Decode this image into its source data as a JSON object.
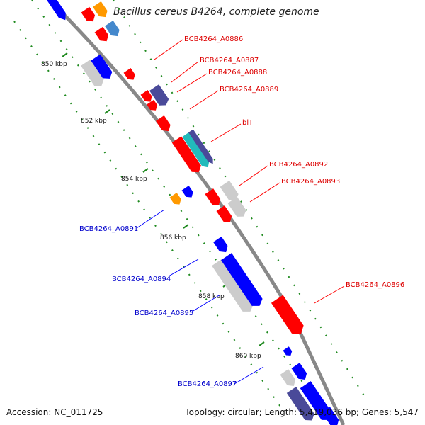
{
  "title": "Bacillus cereus B4264, complete genome",
  "footer": {
    "accession": "Accession: NC_011725",
    "summary": "Topology: circular; Length: 5,419,036 bp; Genes: 5,547"
  },
  "colors": {
    "forward_gene": "#ff0000",
    "reverse_gene": "#0000ff",
    "forward_label": "#dd0000",
    "reverse_label": "#0000cc",
    "backbone": "#888888",
    "tick_dots": "#1f8a1f",
    "orange_feature": "#ff9900",
    "light_blue_feature": "#4488cc",
    "grey_feature": "#cccccc",
    "purple_feature": "#4a4a99",
    "cyan_feature": "#22bbbb"
  },
  "scale_labels": [
    "850 kbp",
    "852 kbp",
    "854 kbp",
    "856 kbp",
    "858 kbp",
    "860 kbp"
  ],
  "gene_labels": {
    "forward": [
      "BCB4264_A0886",
      "BCB4264_A0887",
      "BCB4264_A0888",
      "BCB4264_A0889",
      "blT",
      "BCB4264_A0892",
      "BCB4264_A0893",
      "BCB4264_A0896"
    ],
    "reverse": [
      "BCB4264_A0891",
      "BCB4264_A0894",
      "BCB4264_A0895",
      "BCB4264_A0897"
    ]
  }
}
